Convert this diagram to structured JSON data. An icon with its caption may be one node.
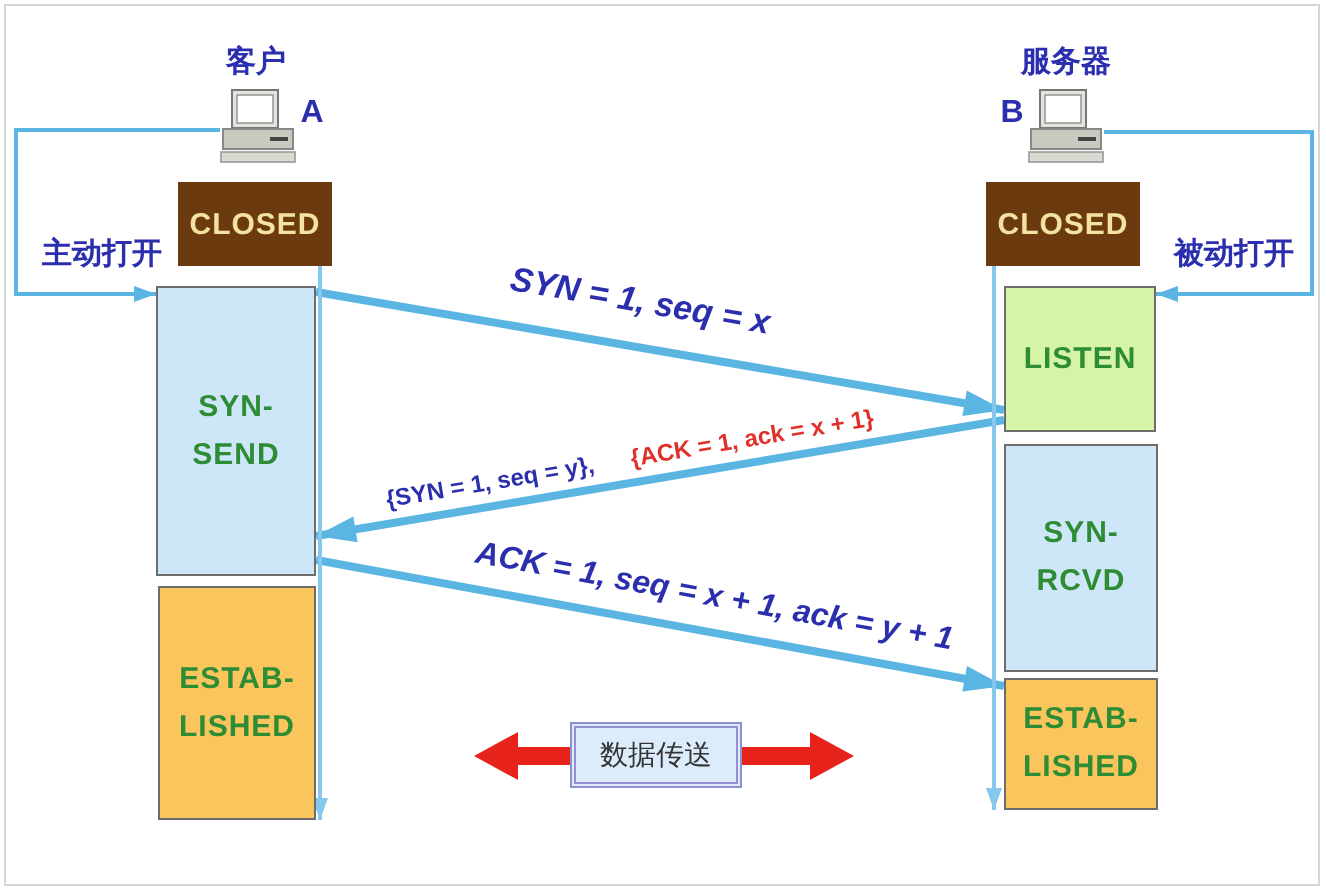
{
  "diagram": {
    "nodes": [
      {
        "text": [],
        "shape": "picture",
        "beside": [
          "客户",
          "A"
        ]
      },
      {
        "text": [],
        "shape": "picture",
        "beside": [
          "服务器",
          "B"
        ]
      },
      {
        "text": [
          "CLOSED"
        ]
      },
      {
        "text": [
          "CLOSED"
        ]
      },
      {
        "text": [
          "SYN- SEND"
        ]
      },
      {
        "text": [
          "LISTEN"
        ]
      },
      {
        "text": [
          "SYN- RCVD"
        ]
      },
      {
        "text": [
          "ESTAB- LISHED"
        ]
      },
      {
        "text": [
          "ESTAB- LISHED"
        ]
      },
      {
        "text": [
          "数据传送"
        ]
      }
    ],
    "edges": [
      {
        "from": 0,
        "to": 4,
        "arrow": "to",
        "label": "主动打开"
      },
      {
        "from": 1,
        "to": 5,
        "arrow": "to",
        "label": "被动打开"
      },
      {
        "from": 4,
        "to": 5,
        "arrow": "to",
        "label": "SYN = 1, seq = x",
        "style": "thick"
      },
      {
        "from": 5,
        "to": 4,
        "arrow": "to",
        "label": "{SYN = 1, seq = y},",
        "style": "thick"
      },
      {
        "from": 4,
        "to": 8,
        "arrow": "to",
        "label": "ACK = 1, seq = x + 1, ack = y + 1",
        "style": "thick"
      },
      {
        "from": 2,
        "to": 7,
        "arrow": "to"
      },
      {
        "from": 3,
        "to": 8,
        "arrow": "to"
      }
    ],
    "labels": [
      "{ACK = 1, ack = x + 1}"
    ]
  }
}
